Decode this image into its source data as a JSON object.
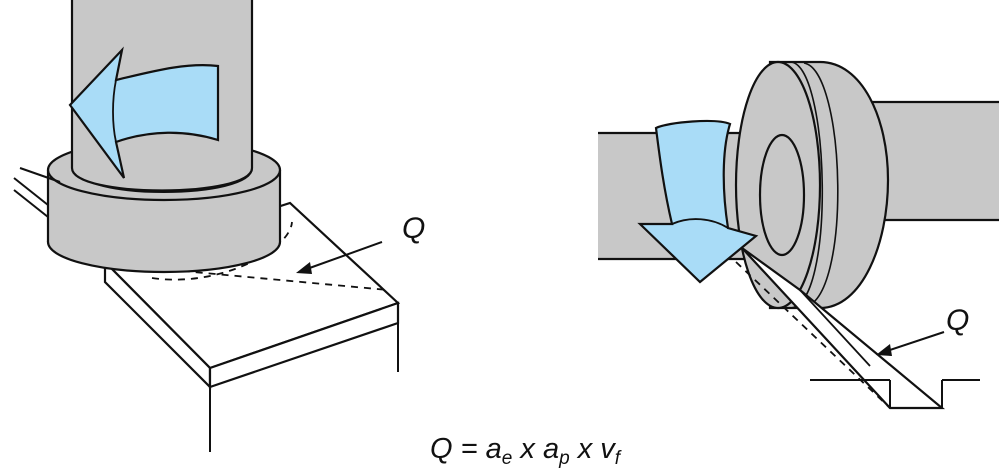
{
  "colors": {
    "body_gray": "#c8c8c8",
    "arrow_blue": "#a9dcf7",
    "line": "#111111",
    "background": "#ffffff"
  },
  "labels": {
    "left_q": "Q",
    "right_q": "Q"
  },
  "formula": {
    "lhs": "Q = a",
    "sub1": "e",
    "x1": " x a",
    "sub2": "p",
    "x2": " x v",
    "sub3": "f"
  }
}
